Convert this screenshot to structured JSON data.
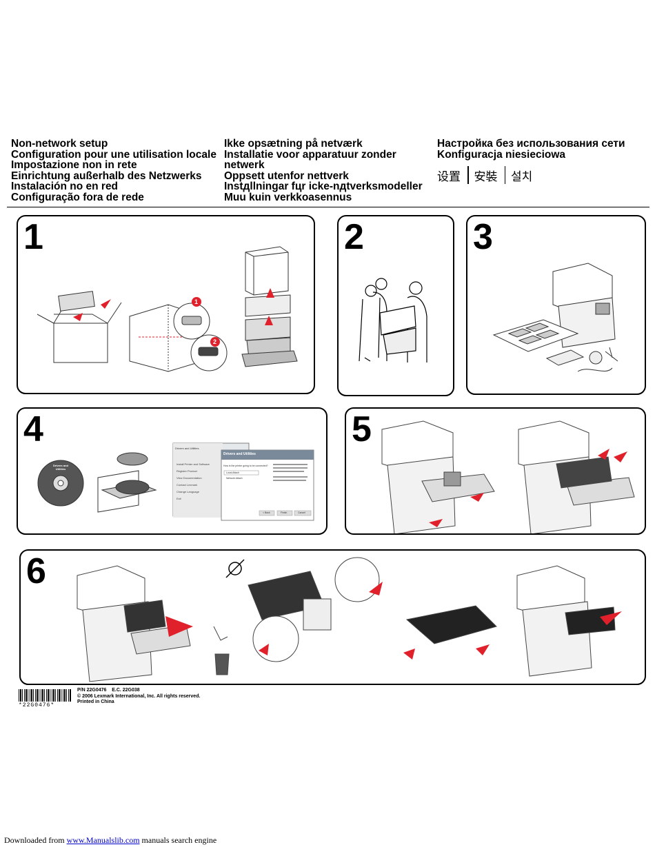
{
  "headings": {
    "col1": [
      "Non-network setup",
      "Configuration pour une utilisation locale",
      "Impostazione non in rete",
      "Einrichtung außerhalb des Netzwerks",
      "Instalación no en red",
      "Configuração fora de rede"
    ],
    "col2": [
      "Ikke opsætning på netværk",
      "Installatie voor apparatuur zonder",
      "netwerk",
      "Oppsett utenfor nettverk",
      "Instдllningar fцr icke-nдtverksmodeller",
      "Muu kuin verkkoasennus"
    ],
    "col3": [
      "Настройка без использования сети",
      "Konfiguracja niesieciowa"
    ],
    "cjk": [
      "设置",
      "安裝",
      "설치"
    ]
  },
  "steps": [
    "1",
    "2",
    "3",
    "4",
    "5",
    "6"
  ],
  "screen": {
    "window_title": "Drivers and Utilities",
    "menu": [
      "Install Printer and Software",
      "Register Product",
      "View Documentation",
      "Contact Lexmark",
      "Change Language",
      "Exit"
    ],
    "dialog_title": "Drivers and Utilities",
    "question": "How is the printer going to be connected?",
    "option_local": "Local Attach",
    "option_network": "Network Attach",
    "btn_back": "< Back",
    "btn_finish": "Finish",
    "btn_cancel": "Cancel",
    "cd_label": "Drivers and Utilities"
  },
  "footer": {
    "pn": "P/N  22G0476",
    "ec": "E.C.  22G038",
    "copyright": "© 2006 Lexmark International, Inc. All rights reserved.",
    "printed": "Printed in China",
    "barcode_text": "*22G0476*"
  },
  "download": {
    "prefix": "Downloaded from ",
    "link": "www.Manualslib.com",
    "suffix": " manuals search engine"
  },
  "colors": {
    "accent_red": "#e0202a"
  }
}
